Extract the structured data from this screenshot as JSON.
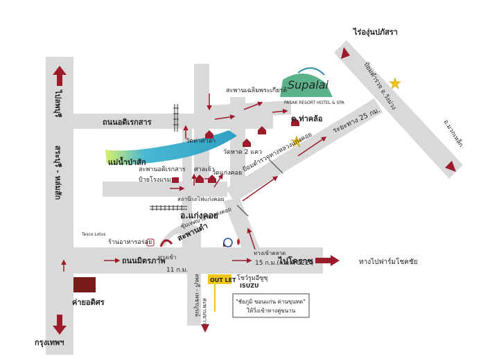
{
  "labels": {
    "rai_pasak": "ไร่องุ่นปภัสรา",
    "phu_kae": "ป้อมตำรวจ อ.วังม่วง",
    "muak_lek": "อ.มวกเหล็ก",
    "thamlo": "ต.ท่าคล้อ",
    "distance_25": "ระยะทาง 25 กม.",
    "bridge_chaloem": "สะพานเฉลิมพระเกียรติ",
    "resort_logo": "Supalai",
    "resort_name": "PASAK RESORT HOTEL & SPA",
    "road_adireksan": "ถนนอดิเรกสาร",
    "wat_tha_sala": "วัดท่าศาลา",
    "wat_hat_2": "วัดหาด 2 แคว",
    "pasak_river": "แม่น้ำป่าสัก",
    "bridge_adireksan": "สะพานอดิเรกสาร",
    "sala_chao": "ศาลเจ้า",
    "wat_kaeng_khoi": "วัดแก่งคอย",
    "police_box": "ป้อมตำรวจทางหลวงแก่งคอย",
    "cinema": "ป้ายโรงแรม",
    "station": "สถานีรถไฟแก่งคอย",
    "amphoe": "อ.แก่งคอย",
    "tesaban": "ซุ้มเทศบาล อ.แก่งคอย",
    "restaurant": "ร้านอาหารอร่อย",
    "tesco_logo": "Tesco Lotus",
    "road_mittraphap": "ถนนมิตรภาพ",
    "turn_in": "ทางเข้า",
    "km11": "11 ก.ม.",
    "bridge_dang": "สะพานดำ",
    "road_lopburi_phetchabun": "ลพบุรี - เพชรบูรณ์",
    "bridge_khao": "สะพานขาว",
    "to_saraburi": "ทางเข้าตลาด",
    "km15": "15 ก.ม.(ก.ม.ที่ 122 )",
    "to_korat": "ไปโคราช",
    "turn_chokchai": "ทางไปฟาร์มโชคชัย",
    "outlet": "OUT LET",
    "showroom": "โชว์รูมอีซูซุ",
    "isuzu": "ISUZU",
    "note_line1": "\"ชัยภูมิ ขอนแก่น ด่านขุนทด\"",
    "note_line2": "ให้วิ่งเข้าทางคู่ขนาน",
    "camp": "ค่ายอดิศร",
    "to_bangkok": "กรุงเทพฯ",
    "to_lopburi": "ไปลพบุรี",
    "road_saraburi_lomsak": "สระบุรี - หล่มสัก"
  },
  "colors": {
    "road": "#d9d9d9",
    "arrow": "#9c1b2b",
    "river": "#45b4cf",
    "camp": "#7a1b1b",
    "outlet": "#f0c419"
  },
  "icons": [
    "house-icon",
    "star-icon",
    "railway-track-icon",
    "direction-arrow-icon",
    "esso-icon",
    "gas-station-icon",
    "restaurant-icon",
    "resort-logo-icon"
  ]
}
